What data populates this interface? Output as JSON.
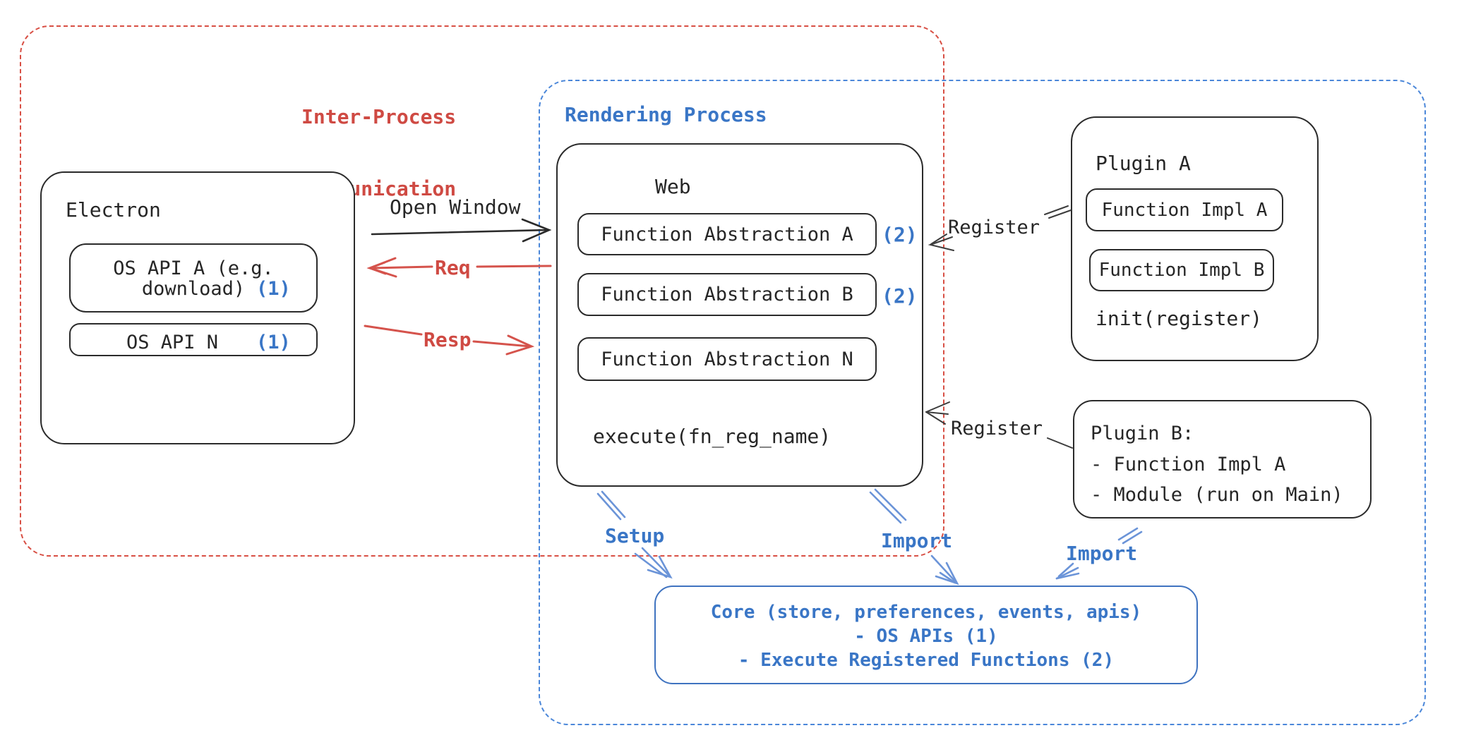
{
  "colors": {
    "red": "#cf4a43",
    "blue_text": "#3a76c6",
    "arrow_blue": "#6b94d8",
    "dashed_blue": "#4b87d9",
    "black": "#262626"
  },
  "ipc": {
    "title_line1": "Inter-Process",
    "title_line2": "Communication"
  },
  "rendering": {
    "title": "Rendering Process"
  },
  "electron": {
    "title": "Electron",
    "api_a_line1": "OS API A (e.g.",
    "api_a_line2": "download)",
    "api_a_badge": "(1)",
    "api_n": "OS API N",
    "api_n_badge": "(1)"
  },
  "arrows": {
    "open_window": "Open Window",
    "req": "Req",
    "resp": "Resp",
    "register1": "Register",
    "register2": "Register",
    "setup": "Setup",
    "import1": "Import",
    "import2": "Import"
  },
  "web": {
    "title": "Web",
    "fa_a": "Function Abstraction A",
    "fa_a_badge": "(2)",
    "fa_b": "Function Abstraction B",
    "fa_b_badge": "(2)",
    "fa_n": "Function Abstraction N",
    "execute": "execute(fn_reg_name)"
  },
  "plugin_a": {
    "title": "Plugin A",
    "impl_a": "Function Impl A",
    "impl_b": "Function Impl B",
    "init": "init(register)"
  },
  "plugin_b": {
    "line1": "Plugin B:",
    "line2": "- Function Impl A",
    "line3": "- Module (run on Main)"
  },
  "core": {
    "line1": "Core (store, preferences, events, apis)",
    "line2": "- OS APIs (1)",
    "line3": "- Execute Registered Functions (2)"
  }
}
